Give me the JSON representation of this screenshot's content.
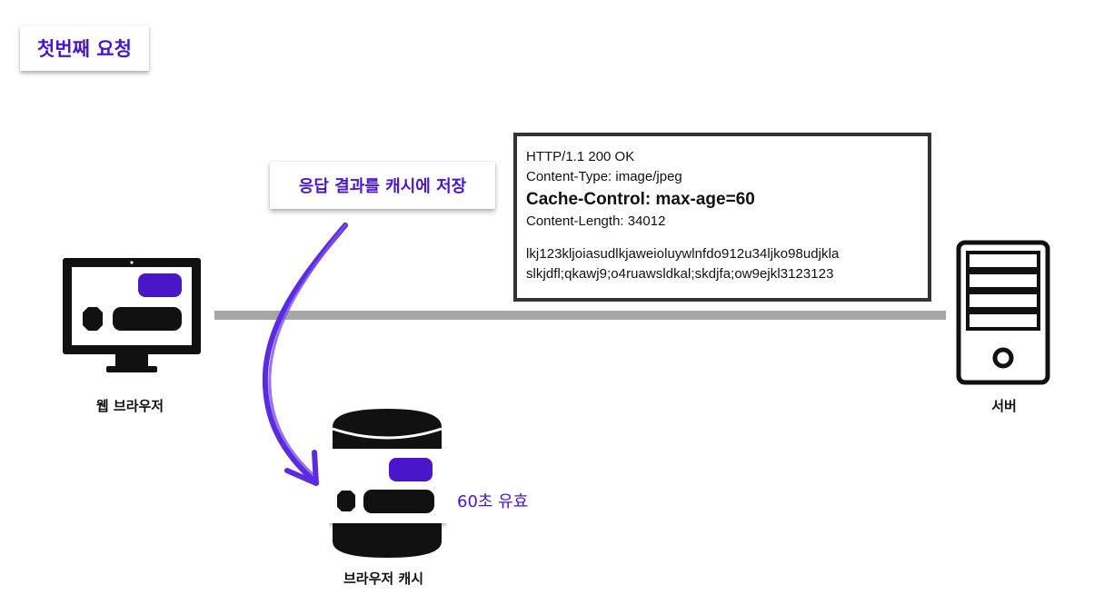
{
  "title": "첫번째 요청",
  "callout": "응답 결과를 캐시에 저장",
  "response": {
    "status_line": "HTTP/1.1 200 OK",
    "content_type": "Content-Type: image/jpeg",
    "cache_control": "Cache-Control: max-age=60",
    "content_length": "Content-Length: 34012",
    "body_line1": "lkj123kljoiasudlkjaweioluywlnfdo912u34ljko98udjkla",
    "body_line2": "slkjdfl;qkawj9;o4ruawsldkal;skdjfa;ow9ejkl3123123"
  },
  "labels": {
    "browser": "웹 브라우저",
    "server": "서버",
    "cache": "브라우저 캐시",
    "validity": "60초 유효"
  },
  "colors": {
    "accent": "#4a16c9",
    "dark": "#111111",
    "wire": "#a6a6a6",
    "arrow": "#5a2be0"
  },
  "icons": [
    "monitor-icon",
    "server-icon",
    "database-icon",
    "curved-arrow-icon"
  ]
}
